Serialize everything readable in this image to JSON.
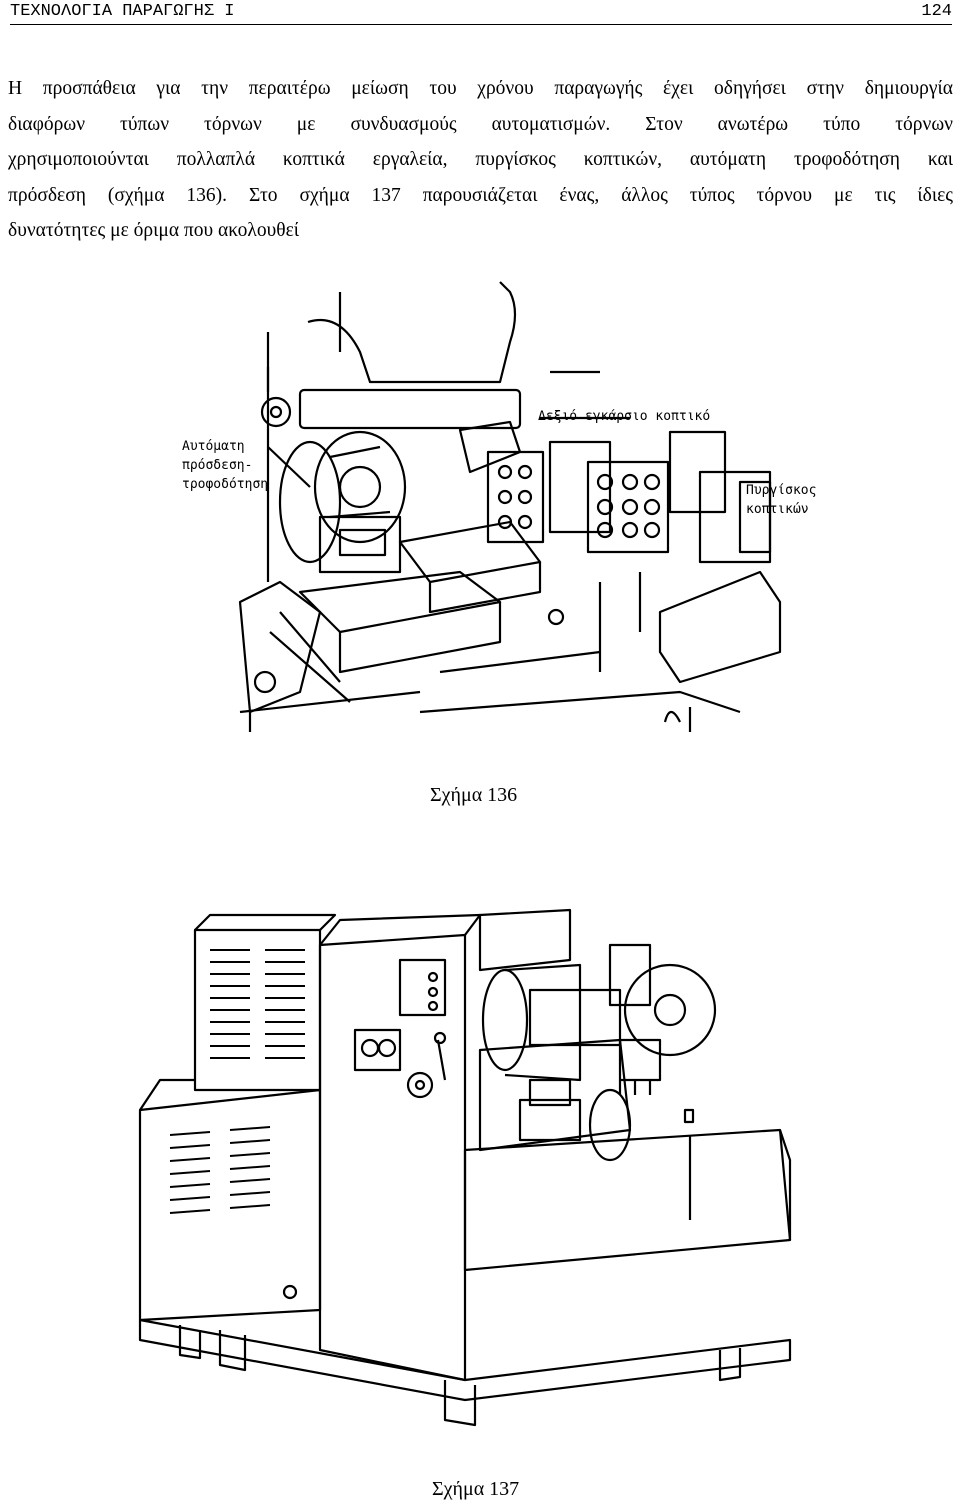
{
  "header": {
    "title": "ΤΕΧΝΟΛΟΓΙΑ ΠΑΡΑΓΩΓΗΣ Ι",
    "page_number": "124"
  },
  "body": {
    "lines": [
      "Η προσπάθεια για την περαιτέρω μείωση του χρόνου παραγωγής έχει οδηγήσει στην  δημιουργία",
      "διαφόρων τύπων τόρνων με συνδυασμούς αυτοματισμών. Στον ανωτέρω τύπο τόρνων",
      "χρησιμοποιούνται πολλαπλά κοπτικά εργαλεία, πυργίσκος κοπτικών, αυτόματη τροφοδότηση και",
      "πρόσδεση (σχήμα 136). Στο σχήμα 137 παρουσιάζεται ένας, άλλος τύπος τόρνου με τις ίδιες",
      "δυνατότητες με όριμα που ακολουθεί"
    ]
  },
  "figure_136": {
    "labels": {
      "auto_1": "Αυτόματη",
      "auto_2": "πρόσδεση-",
      "auto_3": "τροφοδότηση",
      "right_tool": "Δεξιό εγκάρσιο κοπτικό",
      "turret_1": "Πυργίσκος",
      "turret_2": "κοπτικών"
    },
    "caption": "Σχήμα 136"
  },
  "figure_137": {
    "caption": "Σχήμα 137"
  }
}
